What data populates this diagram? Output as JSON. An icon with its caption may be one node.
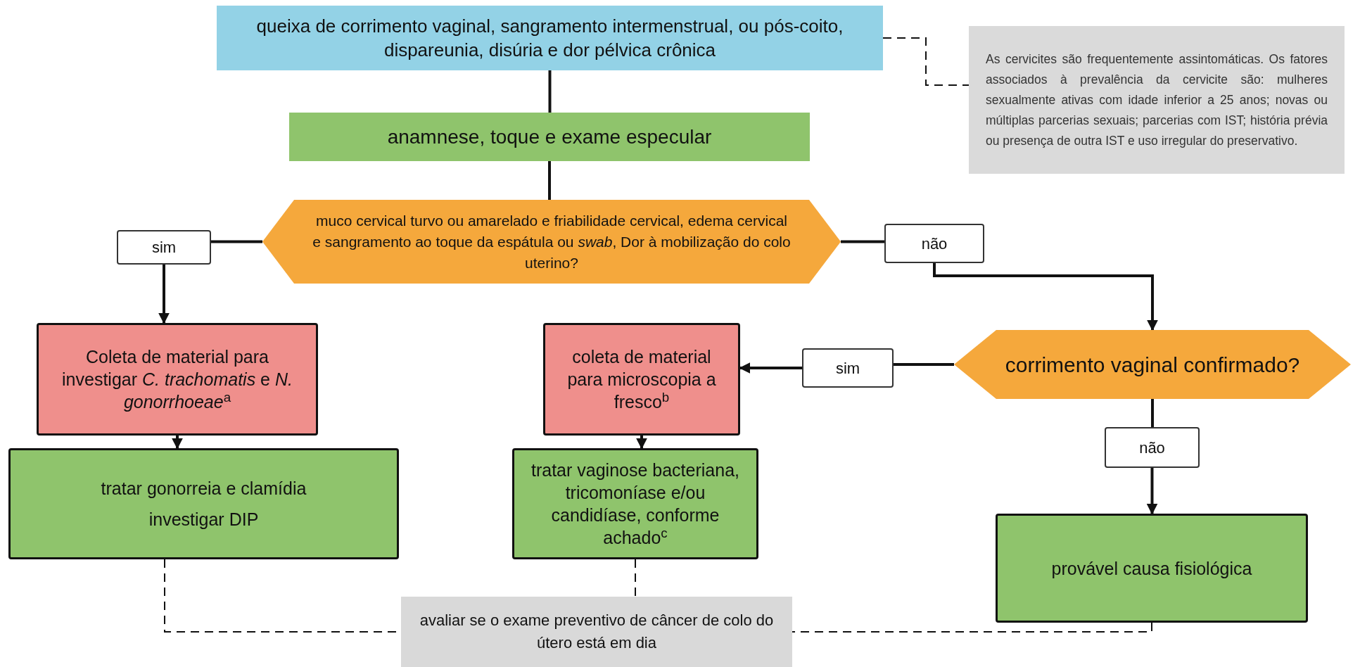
{
  "diagram": {
    "nodes": [
      {
        "text": [
          "queixa de corrimento vaginal, sangramento intermenstrual, ou pós-coito, dispareunia, disúria e dor pélvica crônica"
        ]
      },
      {
        "text": [
          "As cervicites são frequentemente assintomáticas. Os fatores associados à prevalência da cervicite são: mulheres sexualmente ativas com idade inferior a 25 anos; novas ou múltiplas parcerias sexuais; parcerias com IST; história prévia ou presença de outra IST e uso irregular do preservativo."
        ]
      },
      {
        "text": [
          "anamnese, toque e exame especular"
        ]
      },
      {
        "text": [
          "muco cervical turvo ou amarelado e friabilidade cervical, edema cervical e sangramento ao toque da espátula ou *swab*, Dor à mobilização do colo uterino?"
        ]
      },
      {
        "text": [
          "sim"
        ]
      },
      {
        "text": [
          "não"
        ]
      },
      {
        "text": [
          "Coleta de material para investigar *C. trachomatis* e *N. gonorrhoeae*$^{a}$"
        ]
      },
      {
        "text": [
          "coleta de material para microscopia a fresco$^{b}$"
        ]
      },
      {
        "text": [
          "sim"
        ]
      },
      {
        "text": [
          "corrimento vaginal confirmado?"
        ]
      },
      {
        "text": [
          "tratar gonorreia e clamídia",
          "investigar DIP"
        ]
      },
      {
        "text": [
          "tratar vaginose bacteriana, tricomoníase e/ou candidíase, conforme achado$^{c}$"
        ]
      },
      {
        "text": [
          "não"
        ]
      },
      {
        "text": [
          "provável causa fisiológica"
        ]
      },
      {
        "text": [
          "avaliar se o exame preventivo de câncer de colo do útero está em dia"
        ]
      }
    ],
    "edges": [
      {
        "from": 0,
        "to": 2,
        "arrow": "none"
      },
      {
        "from": 2,
        "to": 3,
        "arrow": "none"
      },
      {
        "from": 3,
        "to": 4,
        "arrow": "none"
      },
      {
        "from": 4,
        "to": 6,
        "arrow": "to"
      },
      {
        "from": 3,
        "to": 5,
        "arrow": "none"
      },
      {
        "from": 5,
        "to": 9,
        "arrow": "to"
      },
      {
        "from": 9,
        "to": 8,
        "arrow": "none"
      },
      {
        "from": 8,
        "to": 7,
        "arrow": "to"
      },
      {
        "from": 6,
        "to": 10,
        "arrow": "to"
      },
      {
        "from": 7,
        "to": 11,
        "arrow": "to"
      },
      {
        "from": 9,
        "to": 12,
        "arrow": "none"
      },
      {
        "from": 12,
        "to": 13,
        "arrow": "to"
      },
      {
        "from": 0,
        "to": 1,
        "arrow": "none",
        "style": "dashed"
      },
      {
        "from": 10,
        "to": 14,
        "arrow": "none",
        "style": "dashed"
      },
      {
        "from": 11,
        "to": 14,
        "arrow": "none",
        "style": "dashed"
      },
      {
        "from": 13,
        "to": 14,
        "arrow": "none",
        "style": "dashed"
      }
    ]
  }
}
